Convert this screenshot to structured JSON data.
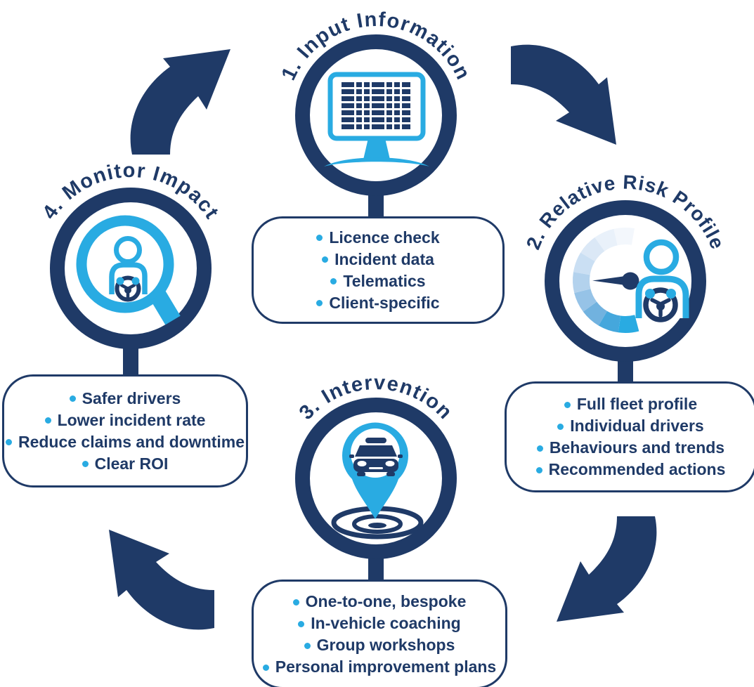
{
  "colors": {
    "navy": "#1F3A67",
    "blue": "#29ABE2"
  },
  "stages": [
    {
      "label": "1. Input Information",
      "icon": "spreadsheet-monitor-icon",
      "bullets": [
        "Licence check",
        "Incident data",
        "Telematics",
        "Client-specific"
      ]
    },
    {
      "label": "2. Relative Risk Profile",
      "icon": "risk-gauge-driver-icon",
      "bullets": [
        "Full fleet profile",
        "Individual drivers",
        "Behaviours and trends",
        "Recommended actions"
      ]
    },
    {
      "label": "3. Intervention",
      "icon": "car-location-pin-icon",
      "bullets": [
        "One-to-one, bespoke",
        "In-vehicle coaching",
        "Group workshops",
        "Personal improvement plans"
      ]
    },
    {
      "label": "4. Monitor Impact",
      "icon": "magnifier-driver-icon",
      "bullets": [
        "Safer drivers",
        "Lower incident rate",
        "Reduce claims and downtime",
        "Clear ROI"
      ]
    }
  ]
}
